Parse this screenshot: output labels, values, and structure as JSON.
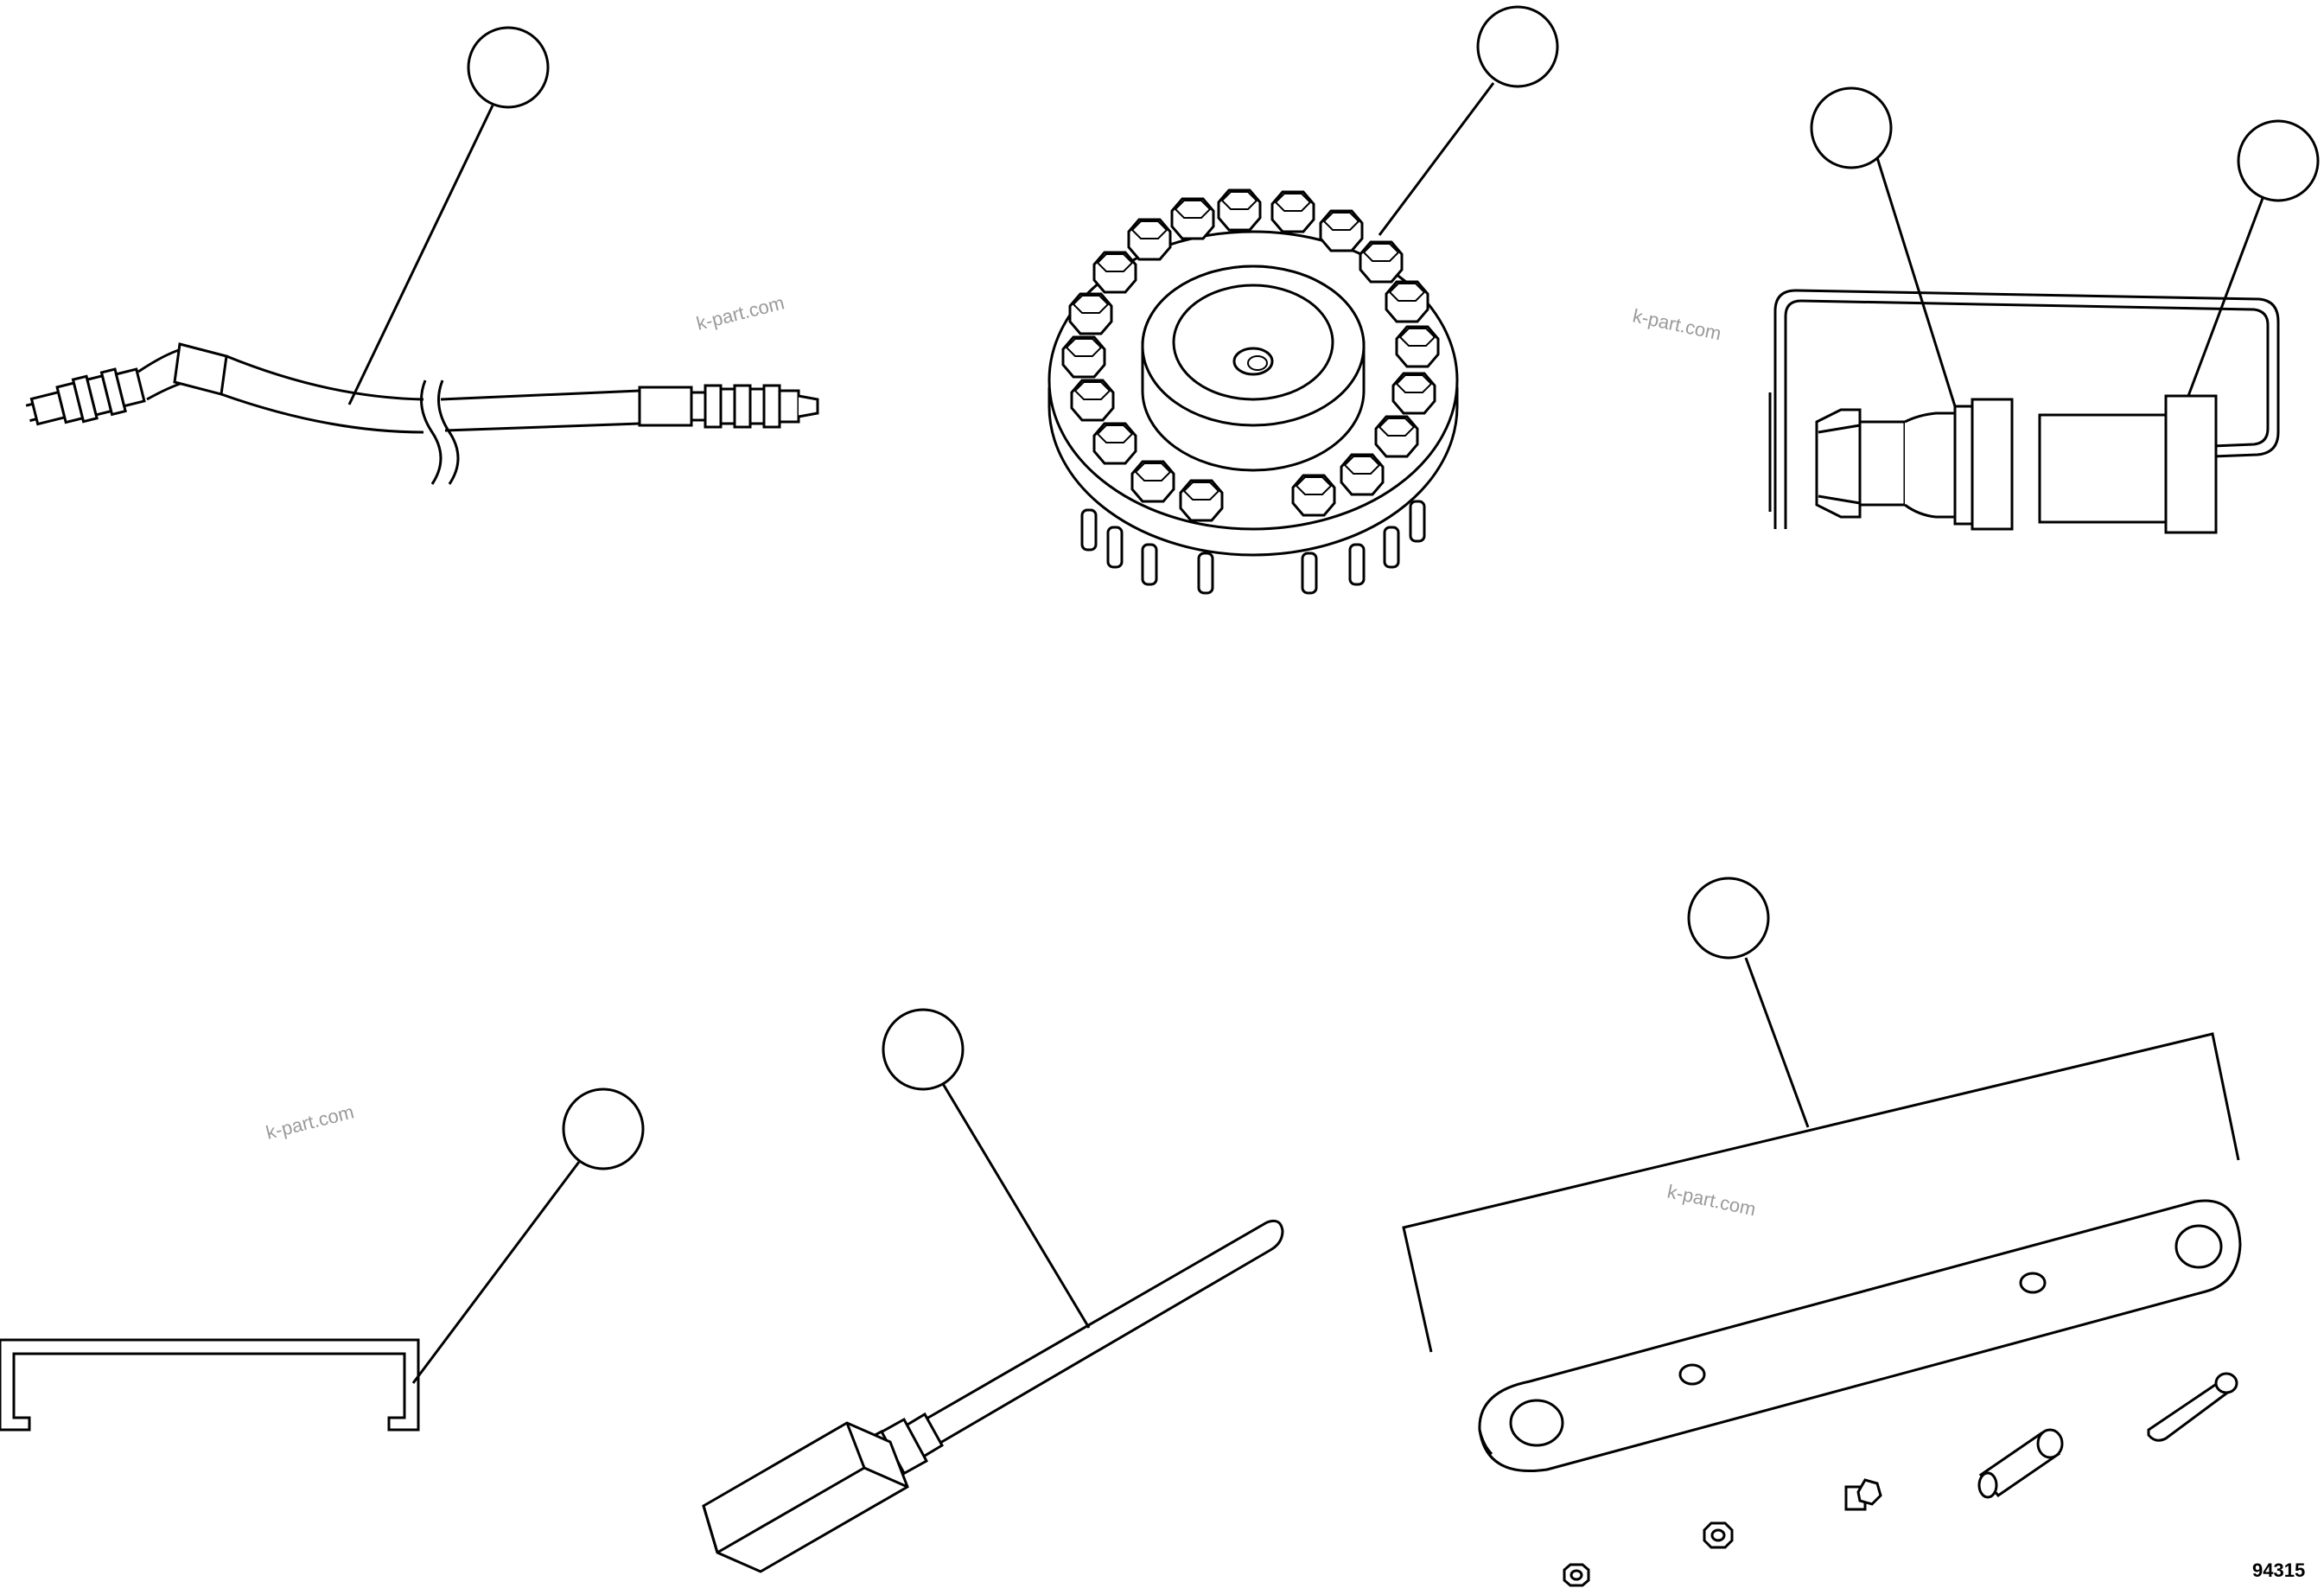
{
  "diagram": {
    "watermark_text": "k-part.com",
    "figure_number": "94315",
    "line_color": "#000000",
    "background": "#ffffff",
    "callouts": [
      {
        "id": "callout-1",
        "label": ""
      },
      {
        "id": "callout-2",
        "label": ""
      },
      {
        "id": "callout-3",
        "label": ""
      },
      {
        "id": "callout-4",
        "label": ""
      },
      {
        "id": "callout-5",
        "label": ""
      },
      {
        "id": "callout-6",
        "label": ""
      },
      {
        "id": "callout-7",
        "label": ""
      }
    ],
    "parts": [
      {
        "name": "hose-assembly-icon"
      },
      {
        "name": "bolt-flange-plate-icon"
      },
      {
        "name": "fitting-and-cap-with-wire-icon"
      },
      {
        "name": "channel-bracket-icon"
      },
      {
        "name": "probe-tool-icon"
      },
      {
        "name": "link-bar-kit-icon"
      }
    ]
  }
}
